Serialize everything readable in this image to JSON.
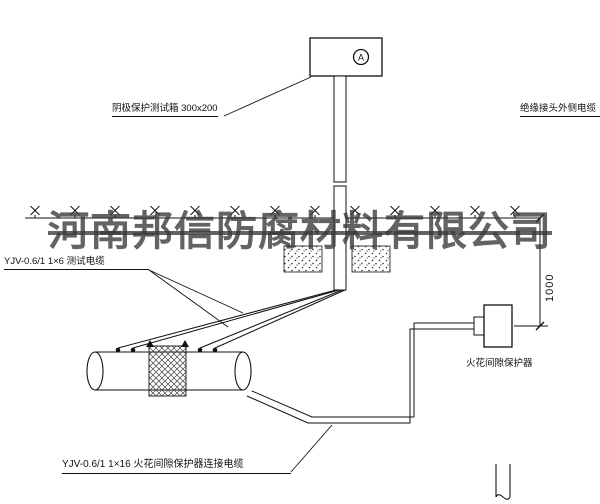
{
  "watermark": {
    "text": "河南邦信防腐材料有限公司"
  },
  "labels": {
    "test_box": "阴极保护测试箱 300x200",
    "outer_cable": "绝缘接头外侧电缆",
    "test_cable": "YJV-0.6/1 1×6  测试电缆",
    "spark_gap": "火花间隙保护器",
    "bottom_cable": "YJV-0.6/1 1×16  火花间隙保护器连接电缆",
    "dimension": "1000",
    "meter": "A"
  },
  "colors": {
    "line": "#111111",
    "watermark": "#373737"
  }
}
